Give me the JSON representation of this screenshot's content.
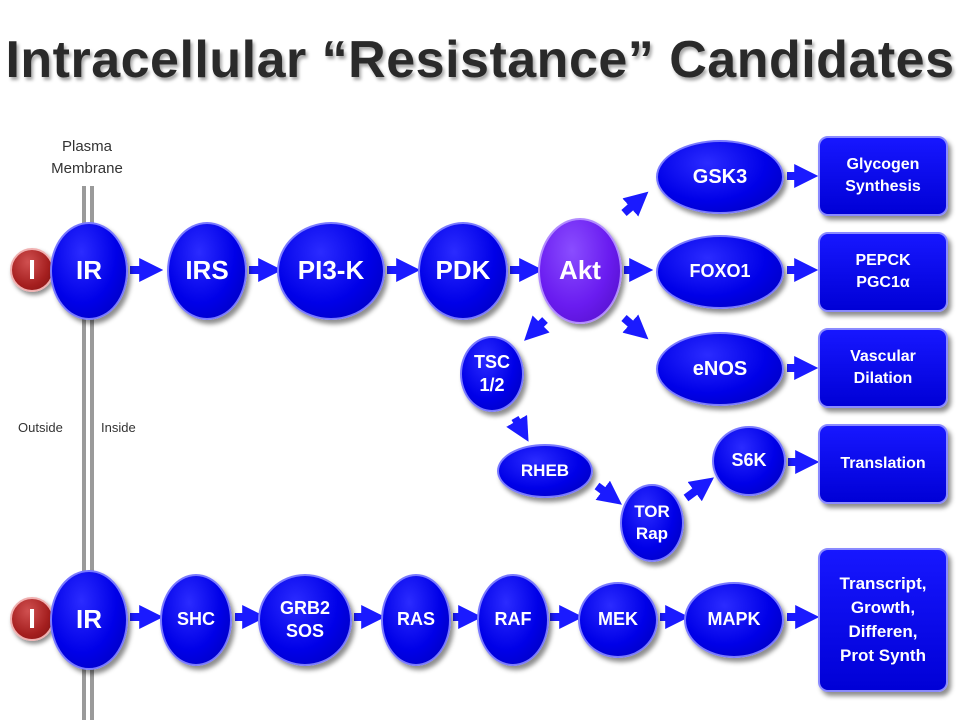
{
  "title": "Intracellular “Resistance” Candidates",
  "membrane": {
    "line1": "Plasma",
    "line2": "Membrane",
    "outside": "Outside",
    "inside": "Inside"
  },
  "insulin_label": "I",
  "nodes": {
    "ir_top": "IR",
    "irs": "IRS",
    "pi3k": "PI3-K",
    "pdk": "PDK",
    "akt": "Akt",
    "gsk3": "GSK3",
    "foxo1": "FOXO1",
    "enos": "eNOS",
    "tsc": "TSC\n1/2",
    "rheb": "RHEB",
    "tor": "TOR\nRap",
    "s6k": "S6K",
    "ir_bottom": "IR",
    "shc": "SHC",
    "grb2": "GRB2\nSOS",
    "ras": "RAS",
    "raf": "RAF",
    "mek": "MEK",
    "mapk": "MAPK"
  },
  "outcomes": {
    "glycogen": "Glycogen\nSynthesis",
    "pepck": "PEPCK\nPGC1α",
    "vascular": "Vascular\nDilation",
    "translation": "Translation",
    "transcript": "Transcript,\nGrowth,\nDifferen,\nProt Synth"
  },
  "colors": {
    "node_blue": "#0000e8",
    "akt_purple": "#6a1cf0",
    "insulin_red": "#a51f1f",
    "arrow": "#1a1aff"
  }
}
